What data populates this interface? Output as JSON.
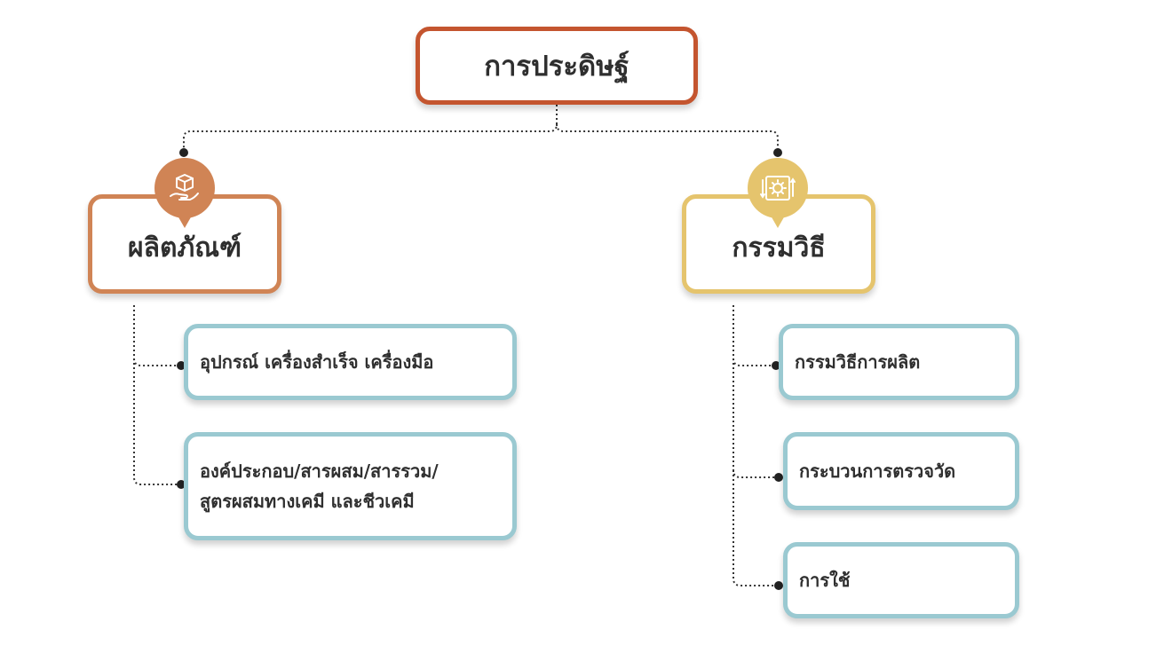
{
  "root": {
    "label": "การประดิษฐ์"
  },
  "categories": [
    {
      "label": "ผลิตภัณฑ์",
      "icon": "box-in-hand-icon",
      "color": "#d08455",
      "items": [
        {
          "lines": [
            "อุปกรณ์ เครื่องสำเร็จ เครื่องมือ"
          ]
        },
        {
          "lines": [
            "องค์ประกอบ/สารผสม/สารรวม/",
            "สูตรผสมทางเคมี และชีวเคมี"
          ]
        }
      ]
    },
    {
      "label": "กรรมวิธี",
      "icon": "gear-process-icon",
      "color": "#e5c46d",
      "items": [
        {
          "lines": [
            "กรรมวิธีการผลิต"
          ]
        },
        {
          "lines": [
            "กระบวนการตรวจวัด"
          ]
        },
        {
          "lines": [
            "การใช้"
          ]
        }
      ]
    }
  ],
  "colors": {
    "root_border": "#c4552f",
    "leaf_border": "#9ac9d1",
    "connector": "#333333"
  }
}
